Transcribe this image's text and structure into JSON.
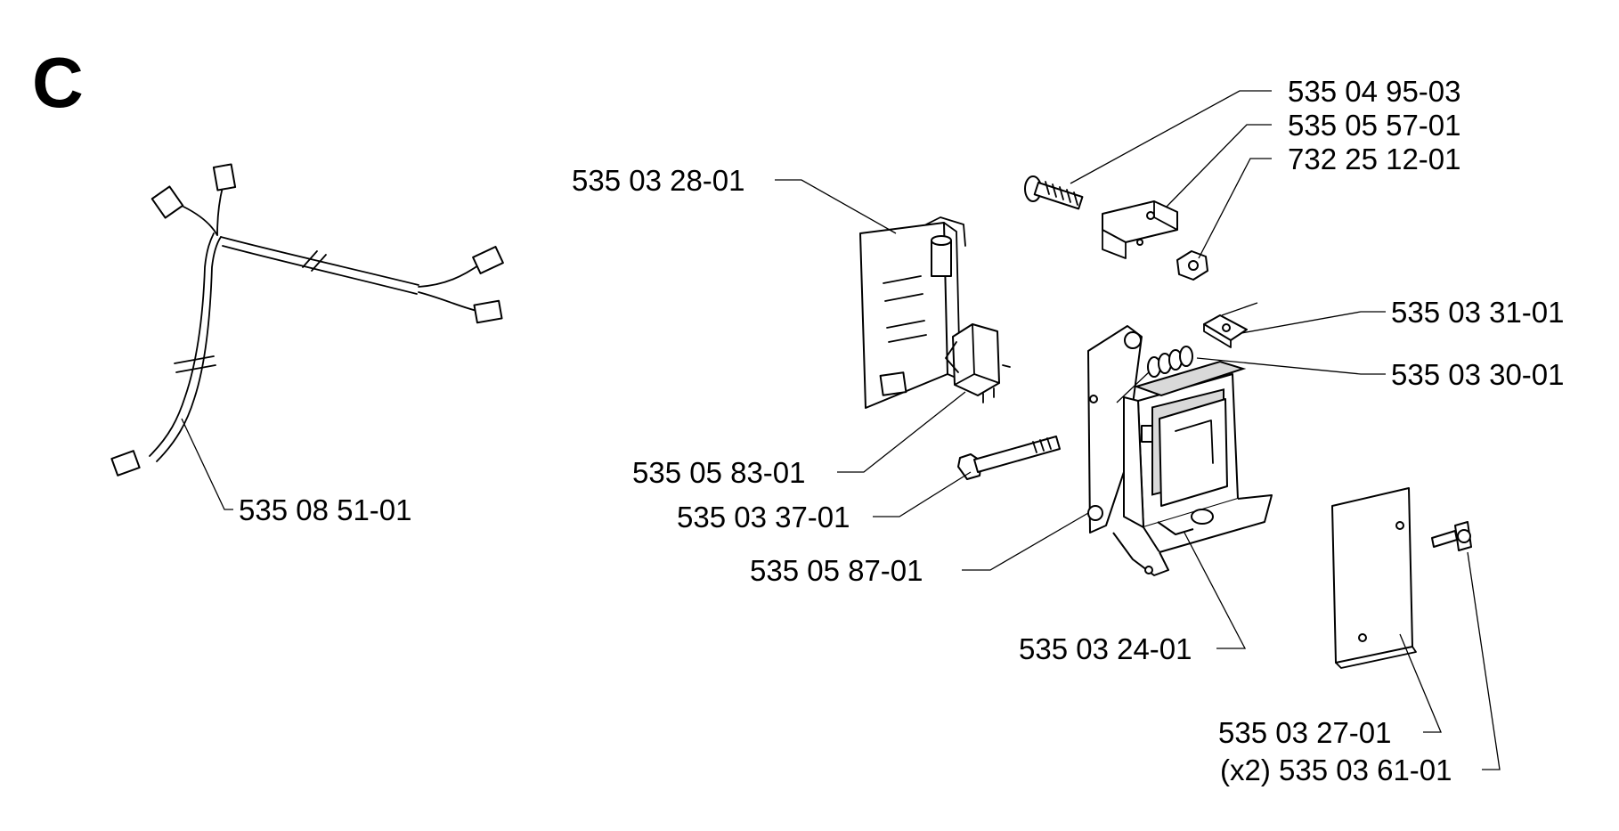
{
  "section_letter": "C",
  "labels": {
    "p1": "535 04 95-03",
    "p2": "535 05 57-01",
    "p3": "732 25 12-01",
    "p4": "535 03 28-01",
    "p5": "535 03 31-01",
    "p6": "535 03 30-01",
    "p7": "535 05 83-01",
    "p8": "535 03 37-01",
    "p9": "535 08 51-01",
    "p10": "535 05 87-01",
    "p11": "535 03 24-01",
    "p12": "535 03 27-01",
    "p13": "(x2) 535 03 61-01"
  }
}
